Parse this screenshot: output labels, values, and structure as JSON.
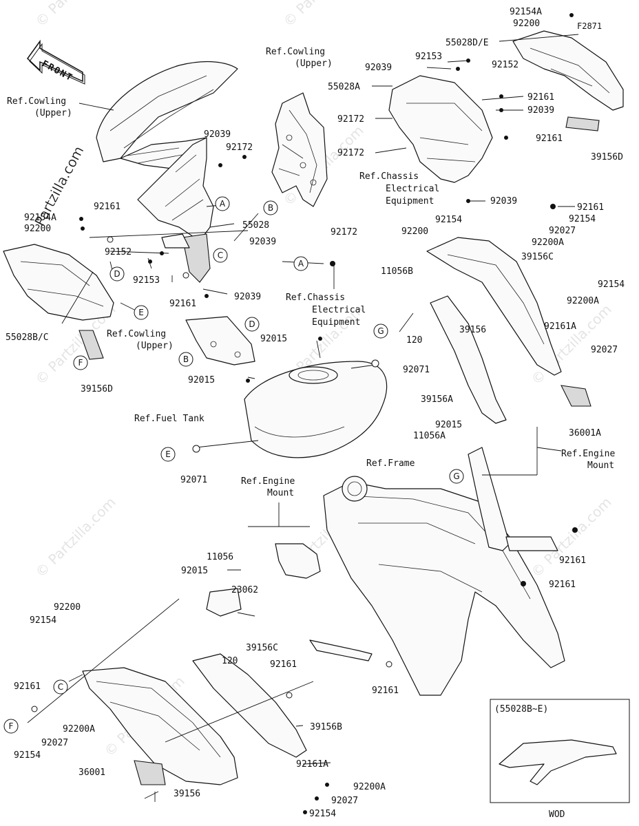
{
  "watermark": "© Partzilla.com",
  "brand_stamp": "Partzilla.com",
  "front_arrow": {
    "text": "FRONT"
  },
  "fig_code": "F2871",
  "labels": {
    "cowl_upper_ref_left": "Ref.Cowling\n(Upper)",
    "cowl_upper_ref_top": "Ref.Cowling\n(Upper)",
    "cowl_upper_ref_mid": "Ref.Cowling\n(Upper)",
    "chassis_elec_ref_top": "Ref.Chassis\nElectrical\nEquipment",
    "chassis_elec_ref_mid": "Ref.Chassis\nElectrical\nEquipment",
    "fuel_tank_ref": "Ref.Fuel Tank",
    "frame_ref": "Ref.Frame",
    "engine_mount_ref_right": "Ref.Engine\nMount",
    "engine_mount_ref_mid": "Ref.Engine\nMount",
    "wod_caption": "WOD",
    "wod_box_title": "(55028B~E)"
  },
  "callouts": {
    "c_92154A_top": "92154A",
    "c_92200_top": "92200",
    "c_55028DE": "55028D/E",
    "c_92153_top": "92153",
    "c_92039_top": "92039",
    "c_92152_top": "92152",
    "c_55028A": "55028A",
    "c_92161_tr1": "92161",
    "c_92039_tr": "92039",
    "c_92172_tr": "92172",
    "c_92161_tr2": "92161",
    "c_39156D_tr": "39156D",
    "c_92172_tr2": "92172",
    "c_92039_tr3": "92039",
    "c_92039_l": "92039",
    "c_92172_l": "92172",
    "c_92154A_l": "92154A",
    "c_92200_l": "92200",
    "c_92161_l": "92161",
    "c_55028": "55028",
    "c_92152_l": "92152",
    "c_92039_l2": "92039",
    "c_92153_l": "92153",
    "c_92161_l2": "92161",
    "c_92039_l3": "92039",
    "c_55028BC": "55028B/C",
    "c_39156D_l": "39156D",
    "c_92172_m": "92172",
    "c_92015_m1": "92015",
    "c_92015_m2": "92015",
    "c_92071_m1": "92071",
    "c_92071_m2": "92071",
    "c_11056B": "11056B",
    "c_120_m": "120",
    "c_92161_r1": "92161",
    "c_92154_r1": "92154",
    "c_92154_r0": "92154",
    "c_92200_r": "92200",
    "c_92027_r1": "92027",
    "c_92200A_r1": "92200A",
    "c_39156C_r": "39156C",
    "c_92154_r2": "92154",
    "c_92200A_r2": "92200A",
    "c_39156_r": "39156",
    "c_92161A_r": "92161A",
    "c_92027_r2": "92027",
    "c_39156A": "39156A",
    "c_36001A": "36001A",
    "c_92015_r": "92015",
    "c_11056A": "11056A",
    "c_11056": "11056",
    "c_92015_b": "92015",
    "c_23062": "23062",
    "c_120_b": "120",
    "c_92161_b1": "92161",
    "c_92161_b2": "92161",
    "c_92161_b3": "92161",
    "c_92161_b4": "92161",
    "c_39156C_b": "39156C",
    "c_92200_b": "92200",
    "c_92154_b1": "92154",
    "c_92161_b5": "92161",
    "c_92027_b1": "92027",
    "c_92200A_b1": "92200A",
    "c_92154_b2": "92154",
    "c_39156B": "39156B",
    "c_92161A_b": "92161A",
    "c_36001": "36001",
    "c_39156_b": "39156",
    "c_92200A_b2": "92200A",
    "c_92027_b2": "92027",
    "c_92154_b3": "92154"
  },
  "ref_letters": [
    "A",
    "B",
    "C",
    "D",
    "E",
    "F",
    "G"
  ]
}
